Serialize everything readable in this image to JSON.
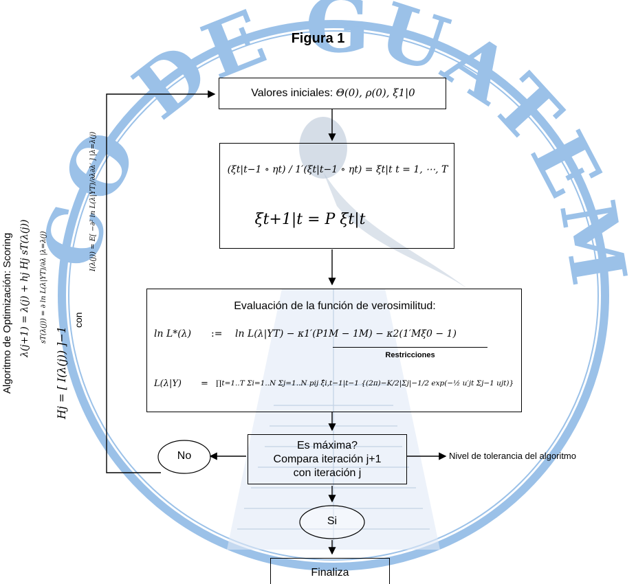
{
  "figure_title": "Figura 1",
  "watermark": {
    "text": "BANCO DE GUATEMALA",
    "color": "#4a8fd6"
  },
  "sidebar": {
    "algorithm_label": "Algoritmo de Optimización: Scoring",
    "update_rule": "λ(j+1) = λ(j) + hj Hj sT(λ(j))",
    "score": "sT(λ(j)) = ∂ ln L(λ|YT)/∂λ |λ=λ(j)",
    "hessian": "Hj = [ I(λ(j)) ]−1",
    "con": "con",
    "information": "I(λ(j)) = E[ −∂² ln L(λ|YT)/∂λ∂λ′ ] |λ=λ(j)"
  },
  "box1": {
    "text": "Valores iniciales:",
    "formula": "Θ(0), ρ(0), ξ1|0"
  },
  "box2": {
    "filter": "(ξt|t−1 ∘ ηt) / 1′(ξt|t−1 ∘ ηt) = ξt|t    t = 1, ⋯, T",
    "predict": "ξt+1|t = P ξt|t"
  },
  "box3": {
    "title": "Evaluación de la función de verosimilitud:",
    "eq1_lhs": "ln L*(λ)",
    "eq1_assign": ":=",
    "eq1_rhs": "ln L(λ|YT) − κ1′(P1M − 1M) − κ2(1′Mξ0 − 1)",
    "restricciones": "Restricciones",
    "eq2_lhs": "L(λ|Y)",
    "eq2_eq": "=",
    "eq2_rhs": "∏t=1..T Σi=1..N Σj=1..N pij ξ̂i,t−1|t−1 {(2π)−K/2|Σj|−1/2 exp(−½ u′jt Σj−1 ujt)}"
  },
  "decision": {
    "line1": "Es máxima?",
    "line2": "Compara iteración j+1",
    "line3": "con iteración j"
  },
  "no_label": "No",
  "si_label": "Si",
  "tolerance": "Nivel de tolerancia del algoritmo",
  "end_label": "Finaliza"
}
